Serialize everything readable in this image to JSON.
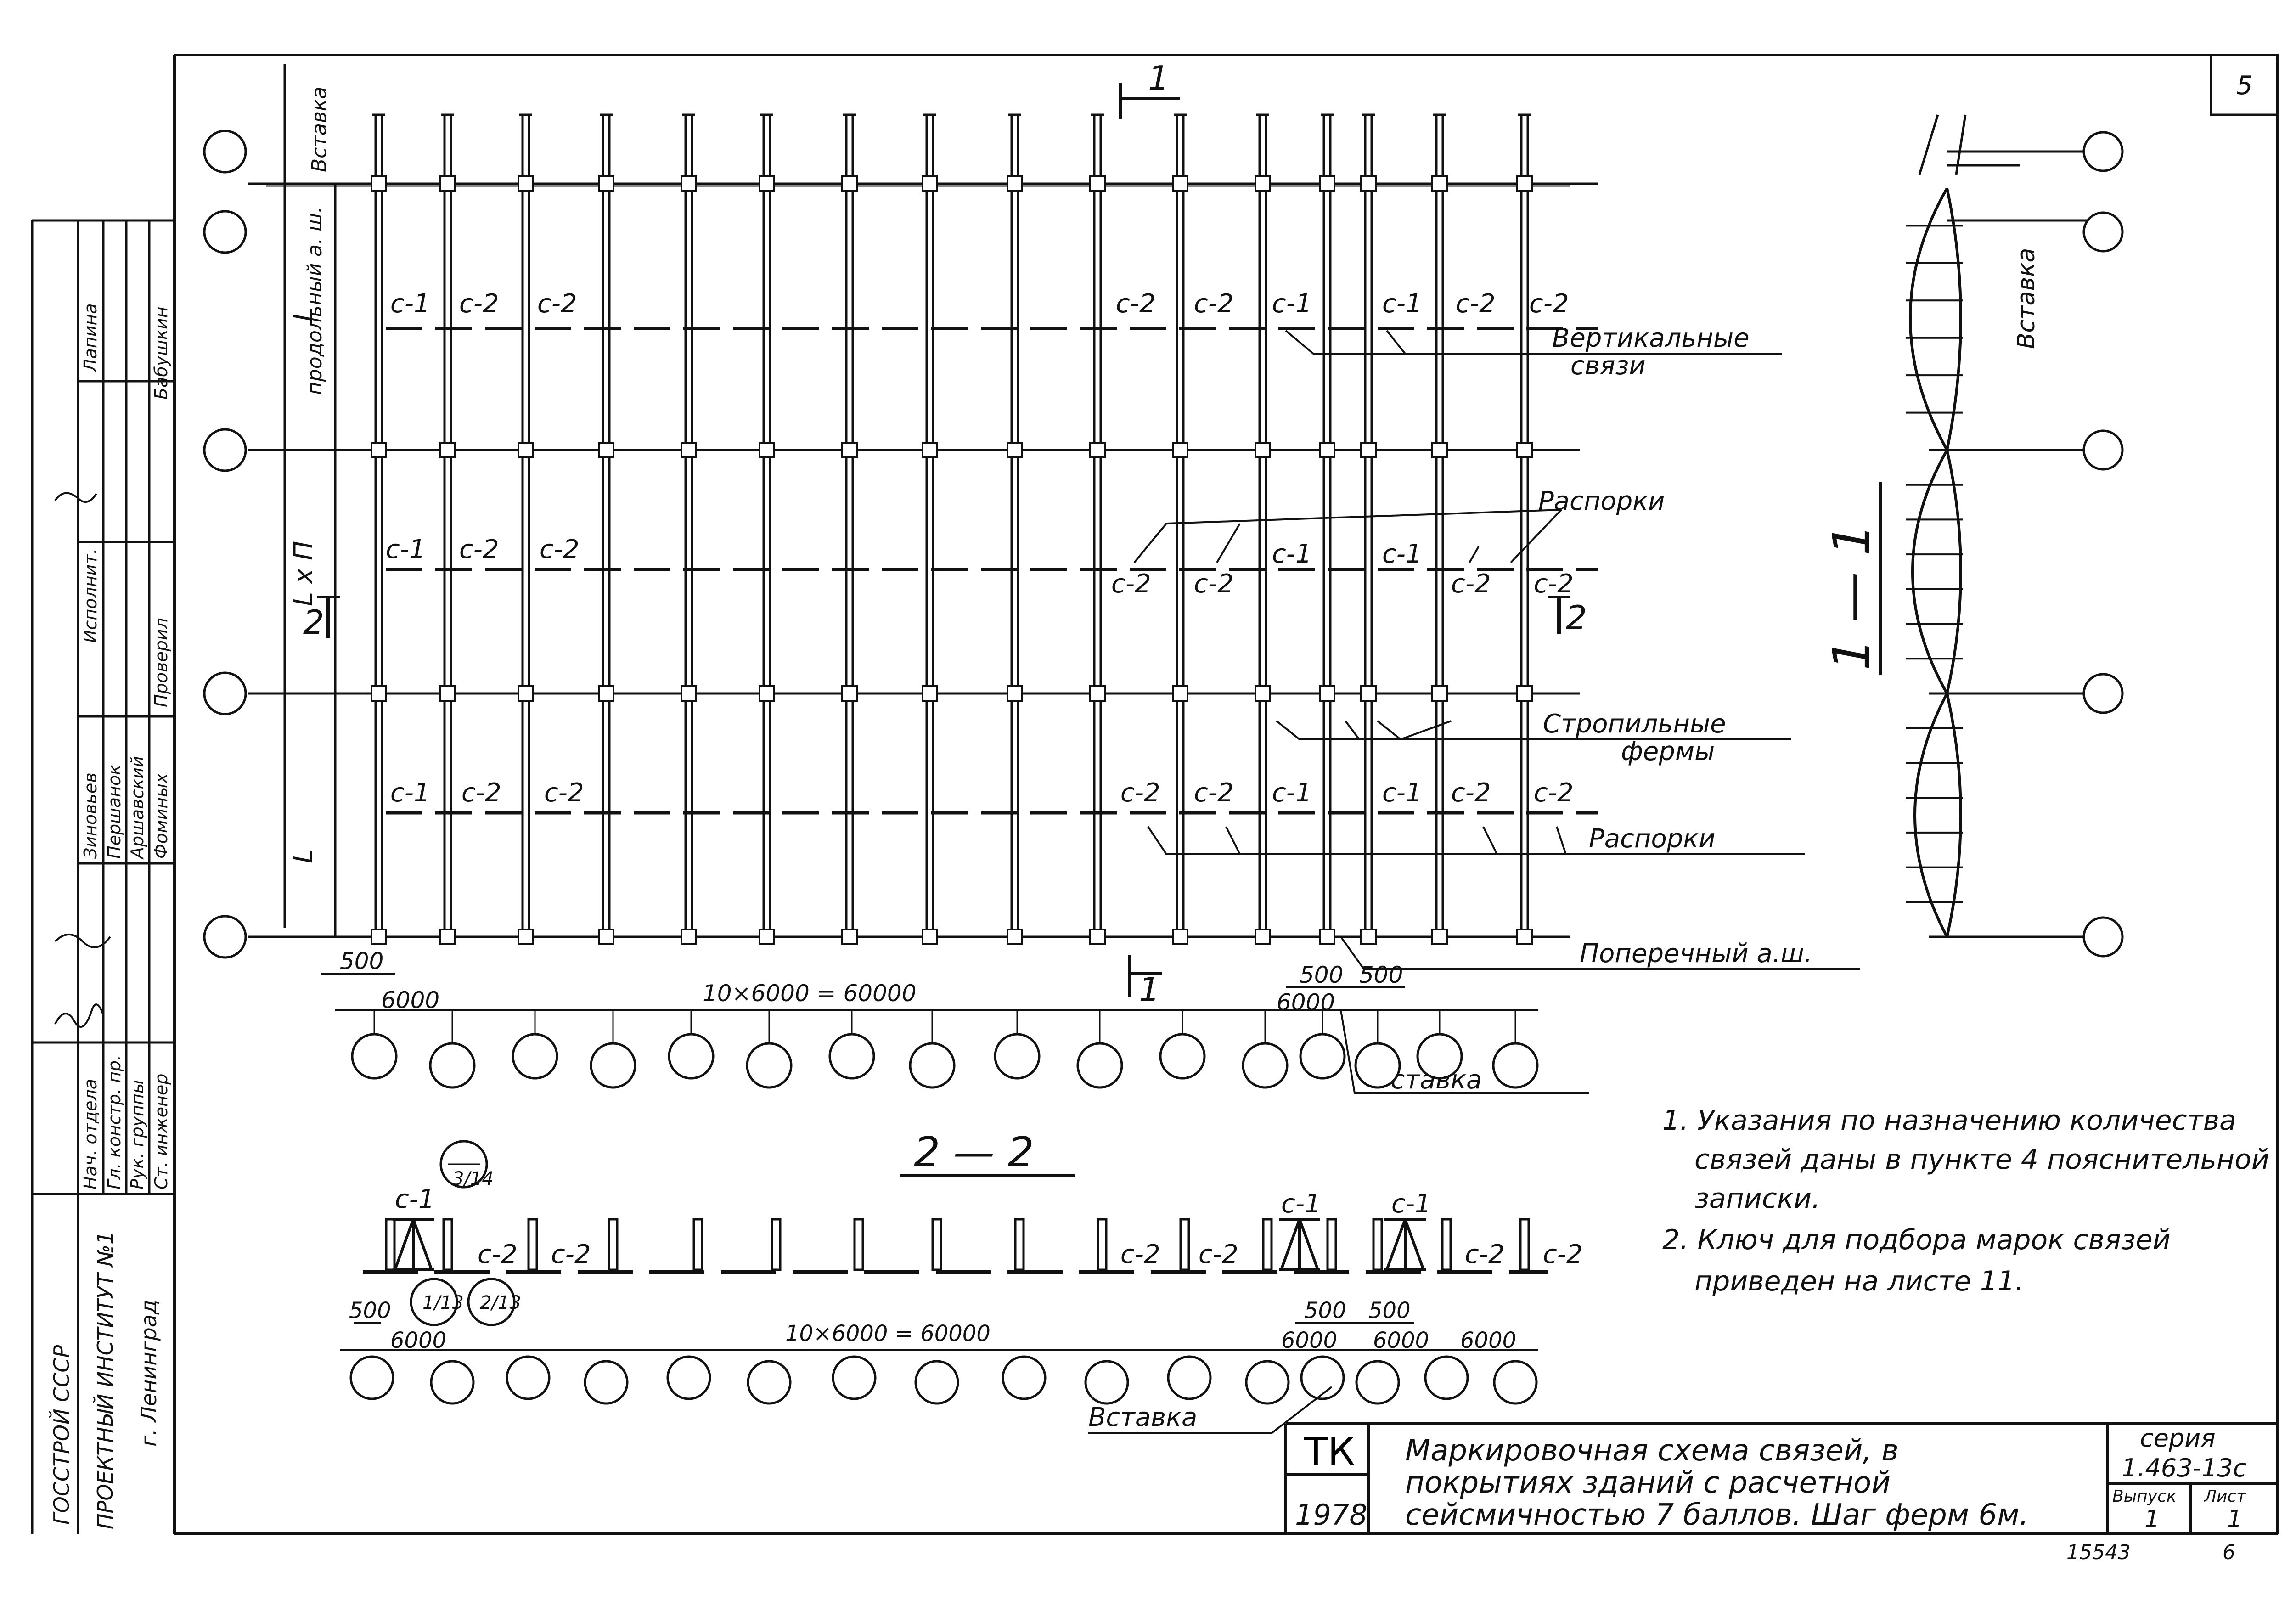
{
  "sheet": {
    "page_number": "5",
    "bottom_left_mark": "15543",
    "bottom_right_mark": "6"
  },
  "side_stamp": {
    "org_line1": "ГОССТРОЙ СССР",
    "org_line2": "ПРОЕКТНЫЙ ИНСТИТУТ №1",
    "org_line3": "г. Ленинград",
    "roles": [
      "Нач. отдела",
      "Гл. констр. пр.",
      "Рук. группы",
      "Ст. инженер"
    ],
    "names": [
      "Зиновьев",
      "Першанок",
      "Аршавский",
      "Фоминых"
    ],
    "right_roles": [
      "Исполнит.",
      "Проверил"
    ],
    "right_names": [
      "Лапина",
      "Бабушкин"
    ]
  },
  "plan": {
    "longitudinal_axis": "продольный а. ш.",
    "insert": "Вставка",
    "row_labels": [
      "L",
      "L x П",
      "L"
    ],
    "section_mark": "1",
    "section_mark_2": "2",
    "brace_labels_row1": [
      "с-1",
      "с-2",
      "с-2",
      "с-2",
      "с-2",
      "с-1",
      "с-1",
      "с-2",
      "с-2"
    ],
    "brace_labels_row2": [
      "с-1",
      "с-2",
      "с-2",
      "с-2",
      "с-2",
      "с-1",
      "с-1",
      "с-2",
      "с-2"
    ],
    "brace_labels_row3": [
      "с-1",
      "с-2",
      "с-2",
      "с-2",
      "с-2",
      "с-1",
      "с-1",
      "с-2",
      "с-2"
    ],
    "vertical_bracing": "Вертикальные связи",
    "struts_top": "Распорки",
    "roof_trusses": "Стропильные фермы",
    "struts_bottom": "Распорки",
    "transverse_axis": "Поперечный а.ш.",
    "dim_500": "500",
    "dim_6000": "6000",
    "dim_total": "10×6000 = 60000",
    "dim_500b": "500",
    "dim_500c": "500",
    "dim_6000b": "6000",
    "insert_bottom": "Вставка"
  },
  "section_11": {
    "title": "1 — 1",
    "insert": "Вставка"
  },
  "section_22": {
    "title": "2 — 2",
    "labels_left": [
      "с-1",
      "с-2",
      "с-2"
    ],
    "labels_right": [
      "с-2",
      "с-2",
      "с-1",
      "с-1",
      "с-2",
      "с-2"
    ],
    "callout_top": "3/14",
    "callout_a": "1/13",
    "callout_b": "2/13",
    "dim_500": "500",
    "dim_6000": "6000",
    "dim_total": "10×6000 = 60000",
    "dim_500b": "500",
    "dim_500c": "500",
    "dim_6000b": "6000",
    "dim_6000c": "6000",
    "dim_6000d": "6000",
    "insert": "Вставка"
  },
  "notes": [
    "1. Указания по назначению количества",
    "связей даны в пункте 4 пояснительной",
    "записки.",
    "2. Ключ для подбора марок связей",
    "приведен на листе 11."
  ],
  "title_block": {
    "code": "ТК",
    "year": "1978",
    "title_line1": "Маркировочная схема связей, в",
    "title_line2": "покрытиях зданий с расчетной",
    "title_line3": "сейсмичностью 7 баллов. Шаг ферм 6м.",
    "series_label": "серия",
    "series_value": "1.463-13с",
    "issue_label": "Выпуск",
    "issue_value": "1",
    "sheet_label": "Лист",
    "sheet_value": "1"
  }
}
